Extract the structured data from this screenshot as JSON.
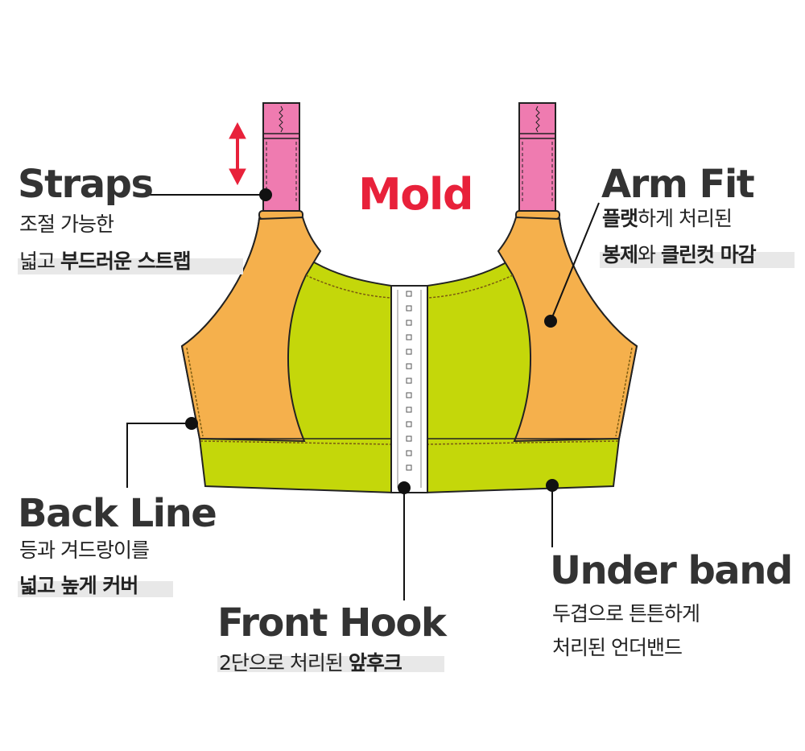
{
  "colors": {
    "strap": "#ef7bb0",
    "side_panel": "#f5b04c",
    "body": "#c4d70a",
    "accent_red": "#e8213a",
    "text": "#333333",
    "highlight": "#e8e8e8"
  },
  "product_label": "Mold",
  "callouts": {
    "straps": {
      "title": "Straps",
      "line1": "조절 가능한",
      "line2a": "넓고 ",
      "line2b": "부드러운 스트랩"
    },
    "arm_fit": {
      "title": "Arm Fit",
      "line1a": "플랫",
      "line1b": "하게 처리된",
      "line2a": "봉제",
      "line2b": "와 ",
      "line2c": "클린컷 마감"
    },
    "back_line": {
      "title": "Back Line",
      "line1": "등과 겨드랑이를",
      "line2": "넓고 높게 커버"
    },
    "front_hook": {
      "title": "Front Hook",
      "line1a": "2단으로 처리된 ",
      "line1b": "앞후크"
    },
    "under_band": {
      "title": "Under band",
      "line1": "두겹으로 튼튼하게",
      "line2": "처리된 언더밴드"
    }
  }
}
